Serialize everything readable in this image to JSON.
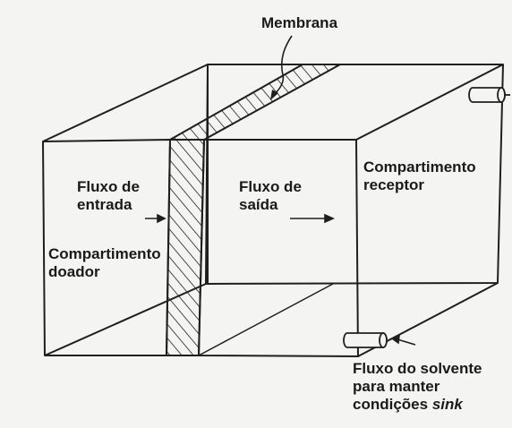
{
  "labels": {
    "membrane": "Membrana",
    "receptor": [
      "Compartimento",
      "receptor"
    ],
    "inflow": [
      "Fluxo de",
      "entrada"
    ],
    "outflow": [
      "Fluxo de",
      "saída"
    ],
    "donor": [
      "Compartimento",
      "doador"
    ],
    "solvent": [
      "Fluxo do solvente",
      "para manter",
      "condições",
      "sink"
    ]
  },
  "colors": {
    "line": "#1f1f1f",
    "background": "#f4f4f2"
  }
}
